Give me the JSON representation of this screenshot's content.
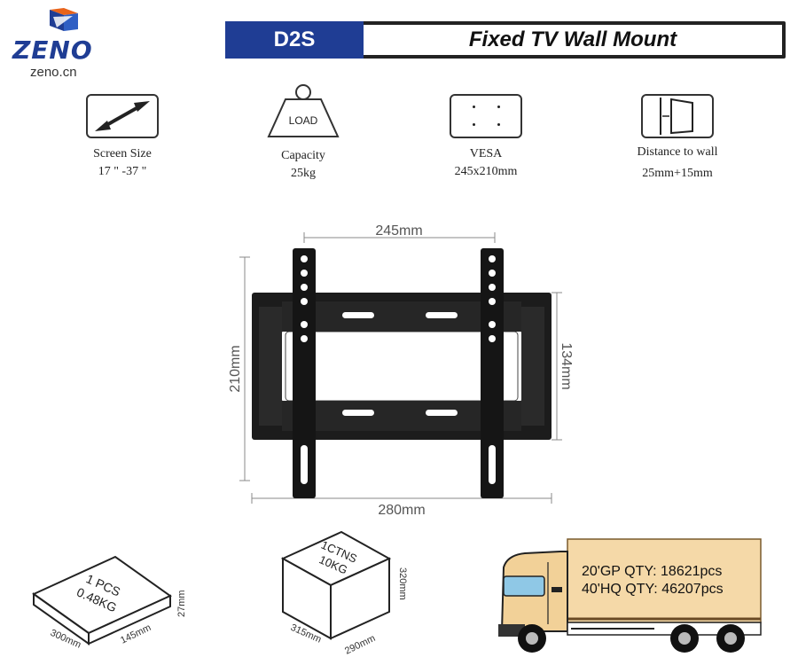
{
  "brand": {
    "name": "ZENO",
    "domain": "zeno.cn",
    "colors": {
      "primary": "#1f3d94",
      "accent": "#e8631a"
    }
  },
  "header": {
    "model": "D2S",
    "title": "Fixed TV Wall Mount"
  },
  "specs": [
    {
      "icon": "resize-arrows-icon",
      "label": "Screen Size",
      "value": "17 \" -37 \""
    },
    {
      "icon": "load-weight-icon",
      "icon_text": "LOAD",
      "label": "Capacity",
      "value": "25kg"
    },
    {
      "icon": "vesa-pattern-icon",
      "label": "VESA",
      "value": "245x210mm"
    },
    {
      "icon": "wall-distance-icon",
      "label": "Distance to wall",
      "value": "25mm+15mm"
    }
  ],
  "diagram": {
    "top_width": "245mm",
    "left_height": "210mm",
    "right_height": "134mm",
    "bottom_width": "280mm"
  },
  "packaging": {
    "unit_box": {
      "line1": "1 PCS",
      "line2": "0.48KG",
      "length": "300mm",
      "width": "145mm",
      "height": "27mm"
    },
    "carton": {
      "line1": "1CTNS",
      "line2": "10KG",
      "length": "315mm",
      "width": "290mm",
      "height": "320mm"
    }
  },
  "shipping": {
    "gp20": "20'GP QTY: 18621pcs",
    "hq40": "40'HQ QTY: 46207pcs"
  }
}
